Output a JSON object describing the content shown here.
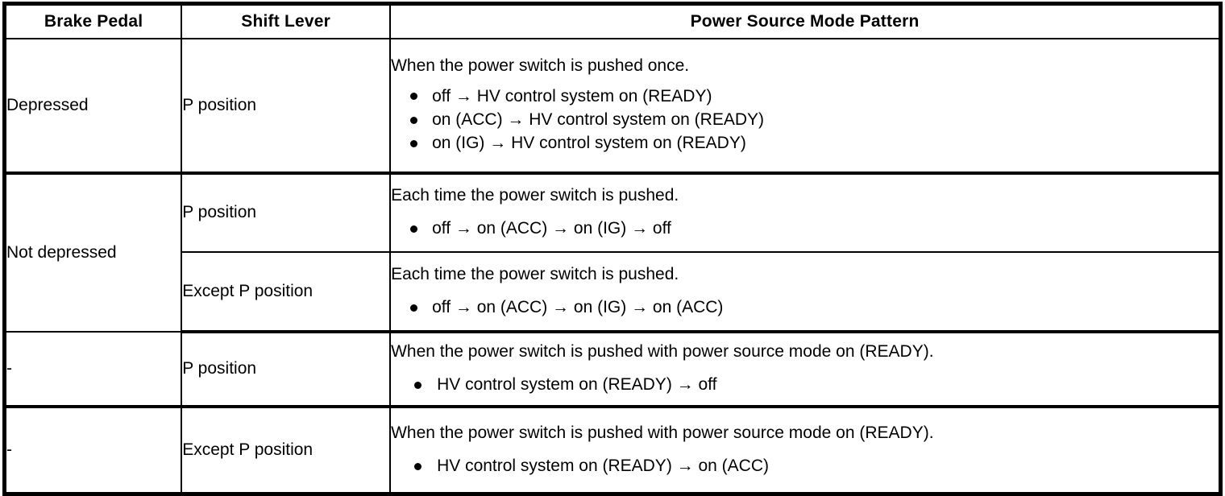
{
  "table": {
    "headers": {
      "brake_pedal": "Brake Pedal",
      "shift_lever": "Shift Lever",
      "power_source_mode_pattern": "Power Source Mode Pattern"
    },
    "rows": [
      {
        "brake_pedal": "Depressed",
        "shift_lever": "P position",
        "description": "When the power switch is pushed once.",
        "bullets": [
          "off → HV control system on (READY)",
          "on (ACC) → HV control system on (READY)",
          "on (IG) → HV control system on (READY)"
        ]
      },
      {
        "brake_pedal": "Not depressed",
        "shift_lever": "P position",
        "description": "Each time the power switch is pushed.",
        "bullets": [
          "off → on (ACC) → on (IG) → off"
        ]
      },
      {
        "brake_pedal": "",
        "shift_lever": "Except P position",
        "description": "Each time the power switch is pushed.",
        "bullets": [
          "off → on (ACC) → on (IG) → on (ACC)"
        ]
      },
      {
        "brake_pedal": "-",
        "shift_lever": "P position",
        "description": "When the power switch is pushed with power source mode on (READY).",
        "bullets": [
          "HV control system on (READY) → off"
        ]
      },
      {
        "brake_pedal": "-",
        "shift_lever": "Except P position",
        "description": "When the power switch is pushed with power source mode on (READY).",
        "bullets": [
          "HV control system on (READY) → on (ACC)"
        ]
      }
    ]
  },
  "colors": {
    "border": "#000000",
    "background": "#ffffff",
    "text": "#000000"
  }
}
